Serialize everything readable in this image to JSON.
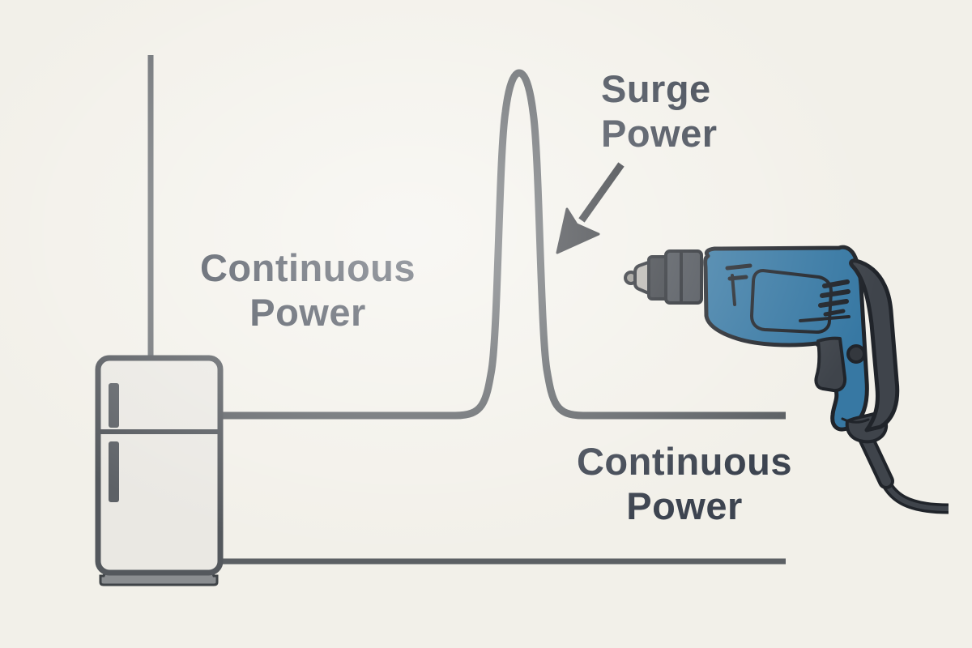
{
  "labels": {
    "continuous_left": "Continuous\nPower",
    "surge": "Surge\nPower",
    "continuous_bottom": "Continuous\nPower"
  },
  "palette": {
    "paper": "#f2f0e9",
    "line": "#5c6064",
    "axis": "#6b6f73",
    "text": "#3d4450",
    "arrow": "#2e3136",
    "drill-blue": "#3778a3",
    "drill-gray": "#3f444b",
    "outline": "#20242a",
    "fridge-fill": "#eae8e3",
    "fridge-outline": "#54585d",
    "base-gray": "#8a8d90"
  },
  "objects": {
    "left_appliance": "refrigerator",
    "right_appliance": "electric-drill"
  }
}
